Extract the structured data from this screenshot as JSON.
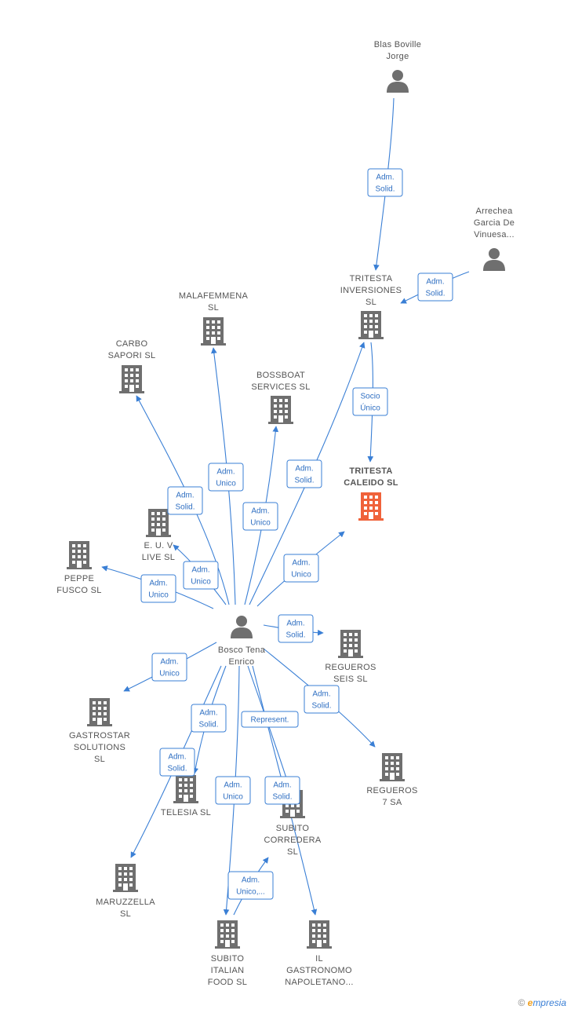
{
  "nodes": [
    {
      "id": "blas",
      "type": "person",
      "lines": [
        "Blas Boville",
        "Jorge"
      ]
    },
    {
      "id": "arrechea",
      "type": "person",
      "lines": [
        "Arrechea",
        "Garcia De",
        "Vinuesa..."
      ]
    },
    {
      "id": "tritesta_inv",
      "type": "company",
      "lines": [
        "TRITESTA",
        "INVERSIONES",
        "SL"
      ]
    },
    {
      "id": "tritesta_cal",
      "type": "company",
      "main": true,
      "lines": [
        "TRITESTA",
        "CALEIDO  SL"
      ]
    },
    {
      "id": "malafemmena",
      "type": "company",
      "lines": [
        "MALAFEMMENA",
        "SL"
      ]
    },
    {
      "id": "carbo",
      "type": "company",
      "lines": [
        "CARBO",
        "SAPORI  SL"
      ]
    },
    {
      "id": "bossboat",
      "type": "company",
      "lines": [
        "BOSSBOAT",
        "SERVICES  SL"
      ]
    },
    {
      "id": "euv",
      "type": "company",
      "lines": [
        "E.  U.  V",
        "LIVE SL"
      ]
    },
    {
      "id": "peppe",
      "type": "company",
      "lines": [
        "PEPPE",
        "FUSCO  SL"
      ]
    },
    {
      "id": "bosco",
      "type": "person",
      "lines": [
        "Bosco Tena",
        "Enrico"
      ]
    },
    {
      "id": "regueros_seis",
      "type": "company",
      "lines": [
        "REGUEROS",
        "SEIS  SL"
      ]
    },
    {
      "id": "gastrostar",
      "type": "company",
      "lines": [
        "GASTROSTAR",
        "SOLUTIONS",
        "SL"
      ]
    },
    {
      "id": "regueros7",
      "type": "company",
      "lines": [
        "REGUEROS",
        "7 SA"
      ]
    },
    {
      "id": "telesia",
      "type": "company",
      "lines": [
        "TELESIA  SL"
      ]
    },
    {
      "id": "subito_corr",
      "type": "company",
      "lines": [
        "SUBITO",
        "CORREDERA",
        "SL"
      ]
    },
    {
      "id": "maruzzella",
      "type": "company",
      "lines": [
        "MARUZZELLA",
        "SL"
      ]
    },
    {
      "id": "subito_ital",
      "type": "company",
      "lines": [
        "SUBITO",
        "ITALIAN",
        "FOOD  SL"
      ]
    },
    {
      "id": "il_gastro",
      "type": "company",
      "lines": [
        "IL",
        "GASTRONOMO",
        "NAPOLETANO..."
      ]
    }
  ],
  "edges": [
    {
      "id": "blas-tritesta_inv",
      "lines": [
        "Adm.",
        "Solid."
      ]
    },
    {
      "id": "arrechea-tritesta_inv",
      "lines": [
        "Adm.",
        "Solid."
      ]
    },
    {
      "id": "tritesta_inv-tritesta_cal",
      "lines": [
        "Socio",
        "Único"
      ]
    },
    {
      "id": "bosco-malafemmena",
      "lines": [
        "Adm.",
        "Unico"
      ]
    },
    {
      "id": "bosco-carbo",
      "lines": [
        "Adm.",
        "Solid."
      ]
    },
    {
      "id": "bosco-bossboat",
      "lines": [
        "Adm.",
        "Unico"
      ]
    },
    {
      "id": "bosco-tritesta_inv",
      "lines": [
        "Adm.",
        "Solid."
      ]
    },
    {
      "id": "bosco-tritesta_cal",
      "lines": [
        "Adm.",
        "Unico"
      ]
    },
    {
      "id": "bosco-euv",
      "lines": [
        "Adm.",
        "Unico"
      ]
    },
    {
      "id": "bosco-peppe",
      "lines": [
        "Adm.",
        "Unico"
      ]
    },
    {
      "id": "bosco-regueros_seis",
      "lines": [
        "Adm.",
        "Solid."
      ]
    },
    {
      "id": "bosco-gastrostar",
      "lines": [
        "Adm.",
        "Unico"
      ]
    },
    {
      "id": "bosco-regueros7",
      "lines": [
        "Adm.",
        "Solid."
      ]
    },
    {
      "id": "bosco-telesia",
      "lines": [
        "Adm.",
        "Solid."
      ]
    },
    {
      "id": "bosco-subito_corr",
      "lines": [
        "Represent."
      ]
    },
    {
      "id": "bosco-maruzzella",
      "lines": [
        "Adm.",
        "Solid."
      ]
    },
    {
      "id": "bosco-subito_ital",
      "lines": [
        "Adm.",
        "Unico"
      ]
    },
    {
      "id": "bosco-il_gastro",
      "lines": [
        "Adm.",
        "Solid."
      ]
    },
    {
      "id": "subito_ital-subito_corr",
      "lines": [
        "Adm.",
        "Unico,..."
      ]
    }
  ],
  "colors": {
    "edge": "#3a7fd5",
    "node": "#6f6f6f",
    "highlight": "#f0623a",
    "label": "#555555"
  },
  "watermark": {
    "symbol": "©",
    "brand_first": "e",
    "brand_rest": "mpresia"
  }
}
